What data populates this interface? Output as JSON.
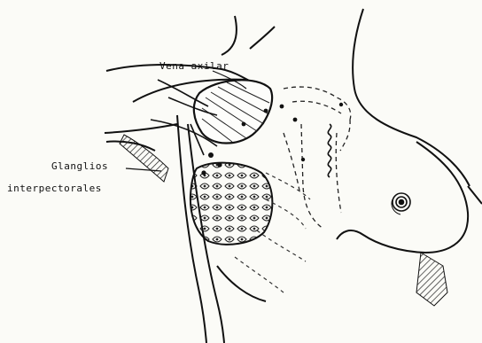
{
  "labels": {
    "vena_axilar": "Vena axilar",
    "ganglios_line1": "Glanglios",
    "ganglios_line2": "interpectorales"
  }
}
